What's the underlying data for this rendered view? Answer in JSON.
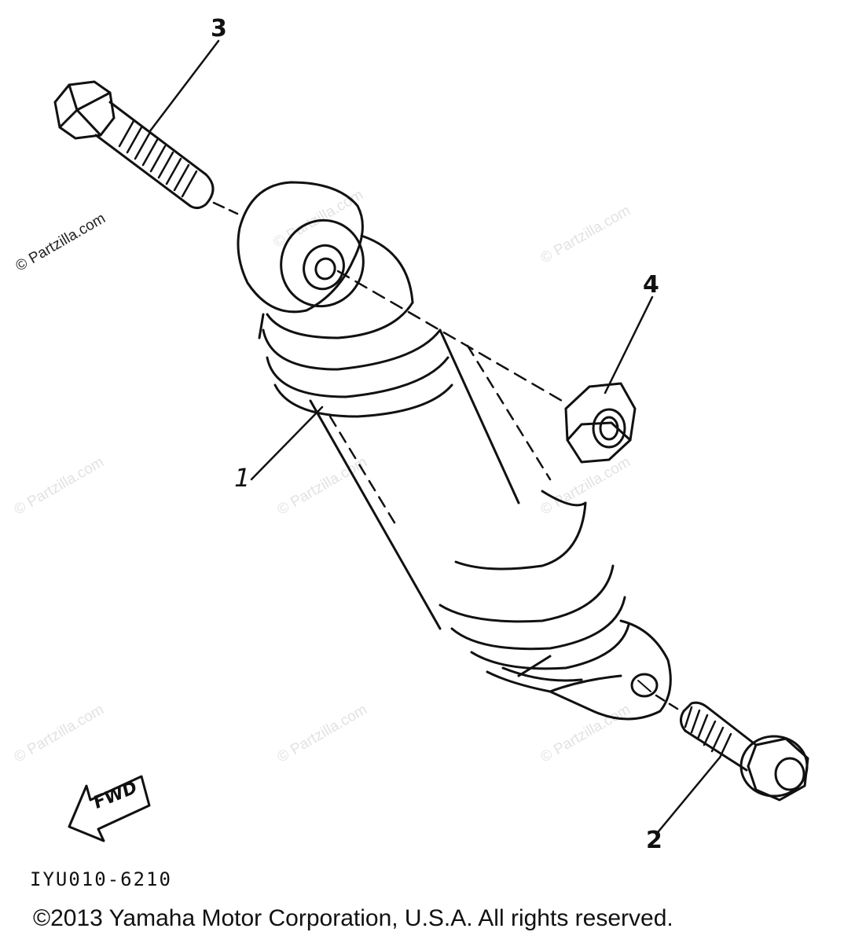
{
  "callouts": {
    "shock_absorber": "1",
    "lower_bolt": "2",
    "upper_bolt": "3",
    "nut": "4"
  },
  "direction_label": "FWD",
  "drawing_code": "IYU010-6210",
  "copyright": "©2013 Yamaha Motor Corporation, U.S.A. All rights reserved.",
  "watermark": "© Partzilla.com",
  "colors": {
    "line": "#111111",
    "watermark": "#e2e2e2",
    "background": "#ffffff"
  }
}
